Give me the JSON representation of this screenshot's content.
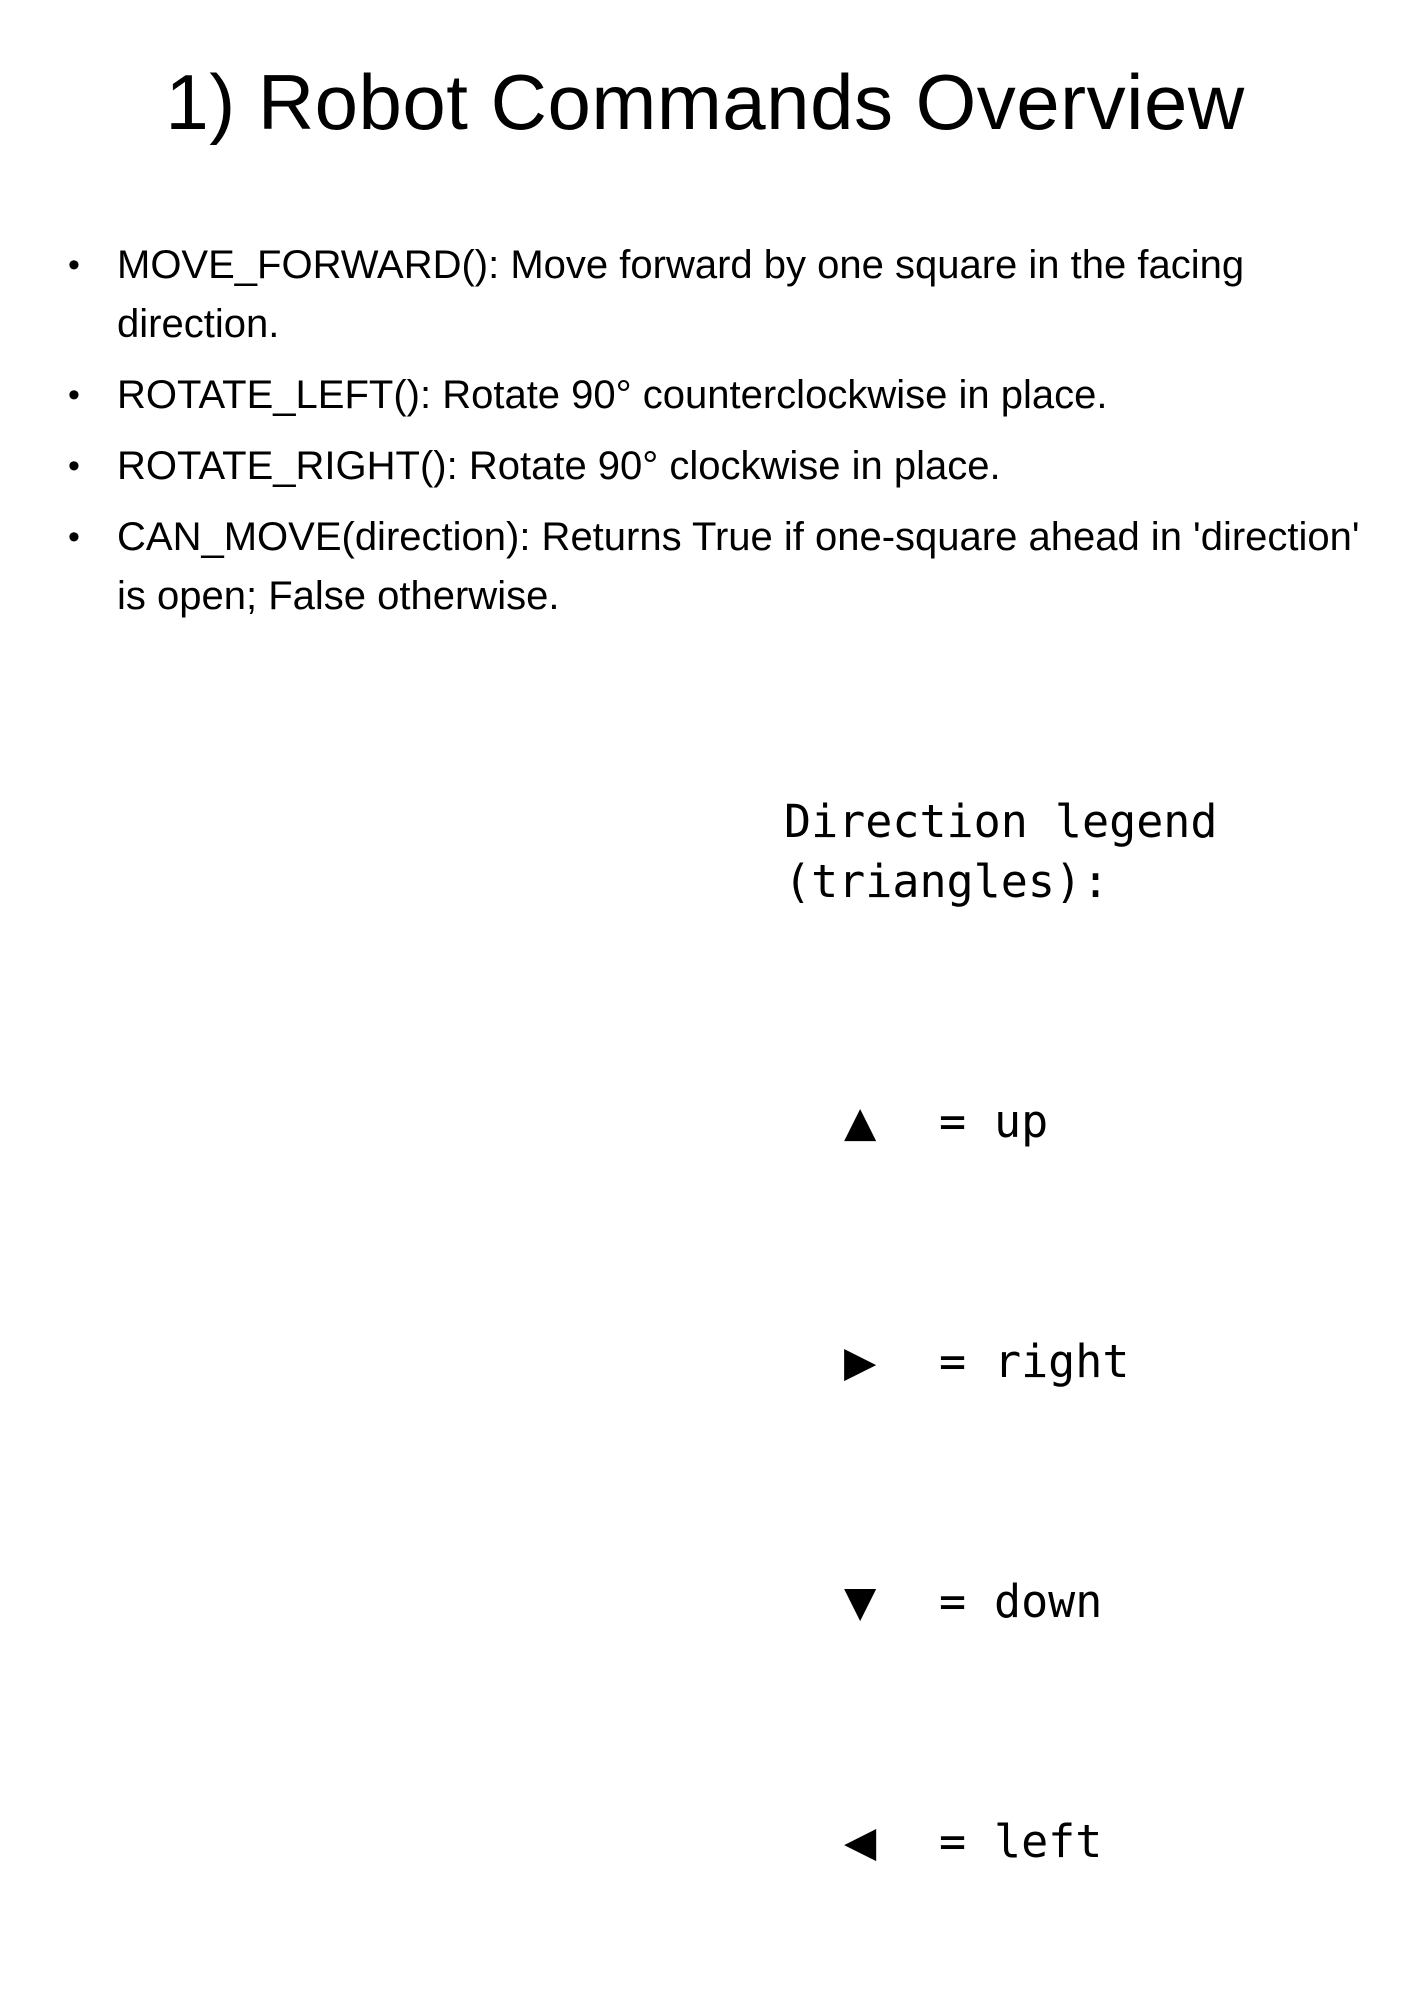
{
  "slide": {
    "title": "1) Robot Commands Overview",
    "bullets": [
      {
        "marker": "•",
        "text": "MOVE_FORWARD(): Move forward by one square in the facing direction."
      },
      {
        "marker": "•",
        "text": "ROTATE_LEFT(): Rotate 90° counterclockwise in place."
      },
      {
        "marker": "•",
        "text": "ROTATE_RIGHT(): Rotate 90° clockwise in place."
      },
      {
        "marker": "•",
        "text": "CAN_MOVE(direction): Returns True if one-square ahead in 'direction' is open; False otherwise."
      }
    ],
    "legend": {
      "title": "Direction legend (triangles):",
      "items": [
        {
          "symbol": "▲",
          "equals": "=",
          "label": "up",
          "icon": "triangle-up-icon"
        },
        {
          "symbol": "▶",
          "equals": "=",
          "label": "right",
          "icon": "triangle-right-icon"
        },
        {
          "symbol": "▼",
          "equals": "=",
          "label": "down",
          "icon": "triangle-down-icon"
        },
        {
          "symbol": "◀",
          "equals": "=",
          "label": "left",
          "icon": "triangle-left-icon"
        }
      ]
    }
  }
}
